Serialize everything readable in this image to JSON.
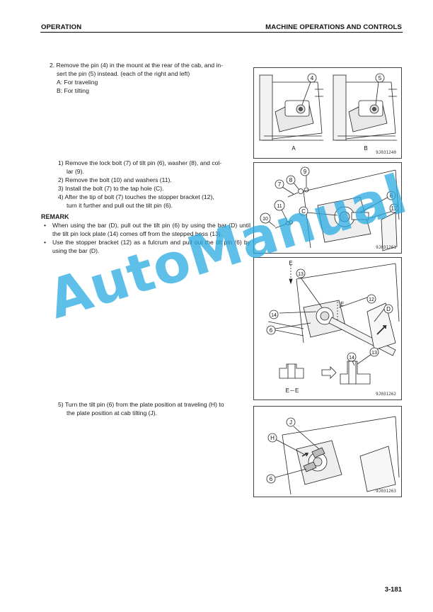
{
  "header": {
    "left": "OPERATION",
    "right": "MACHINE OPERATIONS AND CONTROLS"
  },
  "step2": {
    "line1": "2. Remove the pin (4) in the mount at the rear of the cab, and in-",
    "line2": "sert the pin (5) instead. (each of the right and left)",
    "item_a": "A: For traveling",
    "item_b": "B: For tilting"
  },
  "substeps": {
    "s1_line1": "1) Remove the lock bolt (7) of tilt pin (6), washer (8), and col-",
    "s1_line2": "lar (9).",
    "s2": "2) Remove the bolt (10) and washers (11).",
    "s3": "3) Install the bolt (7) to the tap hole (C).",
    "s4_line1": "4) After the tip of bolt (7) touches the stopper bracket (12),",
    "s4_line2": "turn it further and pull out the tilt pin (6)."
  },
  "remark": {
    "title": "REMARK",
    "bullets": [
      "When using the bar (D), pull out the tilt pin (6) by using the bar (D) until the tilt pin lock plate (14) comes off from the stepped boss (13).",
      "Use the stopper bracket (12) as a fulcrum and pull out the tilt pin (6) by using the bar (D)."
    ]
  },
  "step5": {
    "line1": "5) Turn the tilt pin (6) from the plate position at traveling (H) to",
    "line2": "the plate position at cab tilting (J)."
  },
  "figures": {
    "fig1": {
      "code": "9J031240",
      "label_a": "A",
      "label_b": "B",
      "callout_4": "4",
      "callout_5": "5"
    },
    "fig2": {
      "code": "9J031261",
      "c7": "7",
      "c8": "8",
      "c9": "9",
      "c6": "6",
      "c10": "10",
      "c11": "11",
      "cC": "C",
      "c12": "12"
    },
    "fig3": {
      "code": "9J031262",
      "cE1": "E",
      "cE2": "E",
      "c13": "13",
      "c12": "12",
      "cD": "D",
      "c14": "14",
      "c6": "6",
      "c14b": "14",
      "c13b": "13",
      "section": "E－E"
    },
    "fig4": {
      "code": "9J031263",
      "cJ": "J",
      "cH": "H",
      "c6": "6"
    }
  },
  "page_number": "3-181",
  "watermark": "AutoManual"
}
